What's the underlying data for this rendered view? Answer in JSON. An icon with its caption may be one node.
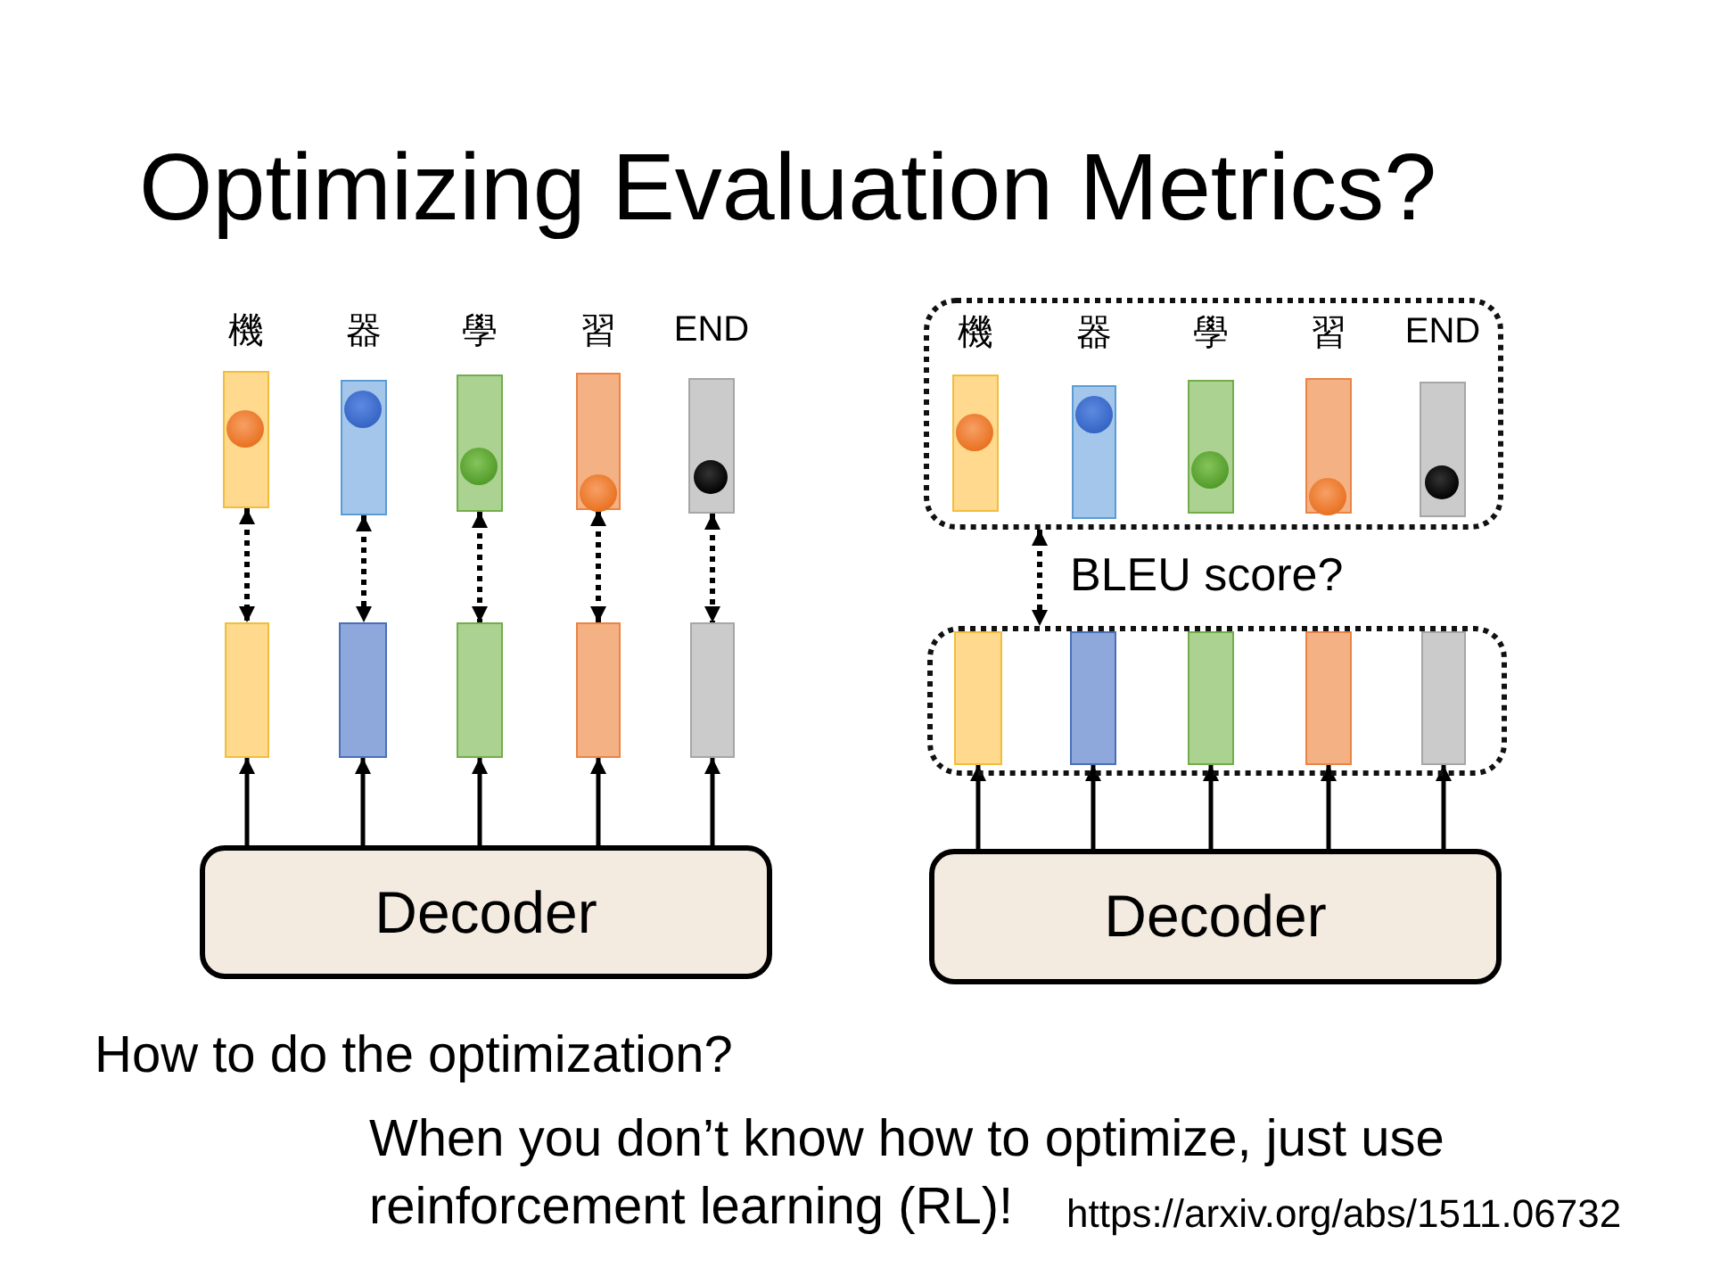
{
  "diagram": {
    "title": "Optimizing Evaluation Metrics?",
    "nodes": [
      {
        "text": [
          "機"
        ]
      },
      {
        "text": [
          "器"
        ]
      },
      {
        "text": [
          "學"
        ]
      },
      {
        "text": [
          "習"
        ]
      },
      {
        "text": [
          "END"
        ]
      },
      {
        "text": [],
        "shape": "bar"
      },
      {
        "text": [],
        "shape": "bar"
      },
      {
        "text": [],
        "shape": "bar"
      },
      {
        "text": [],
        "shape": "bar"
      },
      {
        "text": [],
        "shape": "bar"
      },
      {
        "text": [
          "Decoder"
        ]
      },
      {
        "text": [],
        "shape": "box"
      },
      {
        "text": [
          "機"
        ],
        "in": 11
      },
      {
        "text": [
          "器"
        ],
        "in": 11
      },
      {
        "text": [
          "學"
        ],
        "in": 11
      },
      {
        "text": [
          "習"
        ],
        "in": 11
      },
      {
        "text": [
          "END"
        ],
        "in": 11
      },
      {
        "text": [],
        "shape": "box"
      },
      {
        "text": [],
        "shape": "bar",
        "in": 17
      },
      {
        "text": [],
        "shape": "bar",
        "in": 17
      },
      {
        "text": [],
        "shape": "bar",
        "in": 17
      },
      {
        "text": [],
        "shape": "bar",
        "in": 17
      },
      {
        "text": [],
        "shape": "bar",
        "in": 17
      },
      {
        "text": [
          "Decoder"
        ]
      }
    ],
    "edges": [
      {
        "from": 0,
        "to": 5,
        "arrow": "both",
        "style": "dashed"
      },
      {
        "from": 1,
        "to": 6,
        "arrow": "both",
        "style": "dashed"
      },
      {
        "from": 2,
        "to": 7,
        "arrow": "both",
        "style": "dashed"
      },
      {
        "from": 3,
        "to": 8,
        "arrow": "both",
        "style": "dashed"
      },
      {
        "from": 4,
        "to": 9,
        "arrow": "both",
        "style": "dashed"
      },
      {
        "from": 10,
        "to": 5,
        "arrow": "to"
      },
      {
        "from": 10,
        "to": 6,
        "arrow": "to"
      },
      {
        "from": 10,
        "to": 7,
        "arrow": "to"
      },
      {
        "from": 10,
        "to": 8,
        "arrow": "to"
      },
      {
        "from": 10,
        "to": 9,
        "arrow": "to"
      },
      {
        "from": 11,
        "to": 17,
        "arrow": "both",
        "style": "dashed",
        "label": "BLEU score?"
      },
      {
        "from": 23,
        "to": 18,
        "arrow": "to"
      },
      {
        "from": 23,
        "to": 19,
        "arrow": "to"
      },
      {
        "from": 23,
        "to": 20,
        "arrow": "to"
      },
      {
        "from": 23,
        "to": 21,
        "arrow": "to"
      },
      {
        "from": 23,
        "to": 22,
        "arrow": "to"
      }
    ],
    "labels": [
      "How to do the optimization?",
      "When you don’t know how to optimize, just use reinforcement learning (RL)!",
      "https://arxiv.org/abs/1511.06732"
    ]
  }
}
